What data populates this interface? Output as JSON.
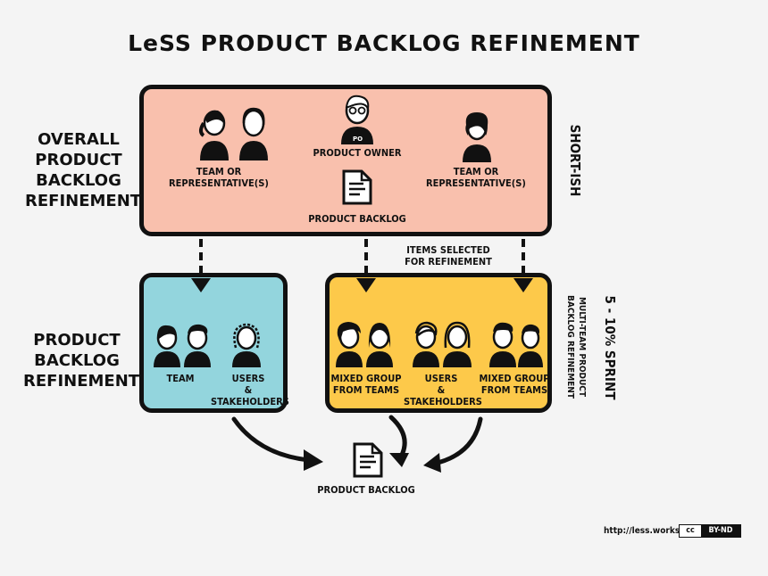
{
  "title": "LeSS PRODUCT BACKLOG REFINEMENT",
  "colors": {
    "top_box": "#f9c0ad",
    "left_box": "#93d5dd",
    "right_box": "#fdc94a"
  },
  "side_labels": {
    "overall": "OVERALL\nPRODUCT\nBACKLOG\nREFINEMENT",
    "pbr": "PRODUCT\nBACKLOG\nREFINEMENT"
  },
  "overall_box": {
    "team_left": "TEAM OR\nREPRESENTATIVE(S)",
    "product_owner": "PRODUCT OWNER",
    "po_badge": "PO",
    "product_backlog": "PRODUCT BACKLOG",
    "team_right": "TEAM OR\nREPRESENTATIVE(S)",
    "duration": "SHORT-ISH"
  },
  "items_selected": "ITEMS SELECTED\nFOR REFINEMENT",
  "single_team_box": {
    "team": "TEAM",
    "users": "USERS\n& STAKEHOLDERS"
  },
  "multi_team_box": {
    "mixed_left": "MIXED GROUP\nFROM TEAMS",
    "users": "USERS\n& STAKEHOLDERS",
    "mixed_right": "MIXED GROUP\nFROM TEAMS",
    "caption": "MULTI-TEAM PRODUCT\nBACKLOG REFINEMENT",
    "duration": "5 - 10% SPRINT"
  },
  "bottom_backlog": "PRODUCT BACKLOG",
  "footer": {
    "url": "http://less.works",
    "license_logo": "cc",
    "license": "BY-ND"
  },
  "icons": [
    "person-icon",
    "document-icon",
    "arrow-icon"
  ]
}
